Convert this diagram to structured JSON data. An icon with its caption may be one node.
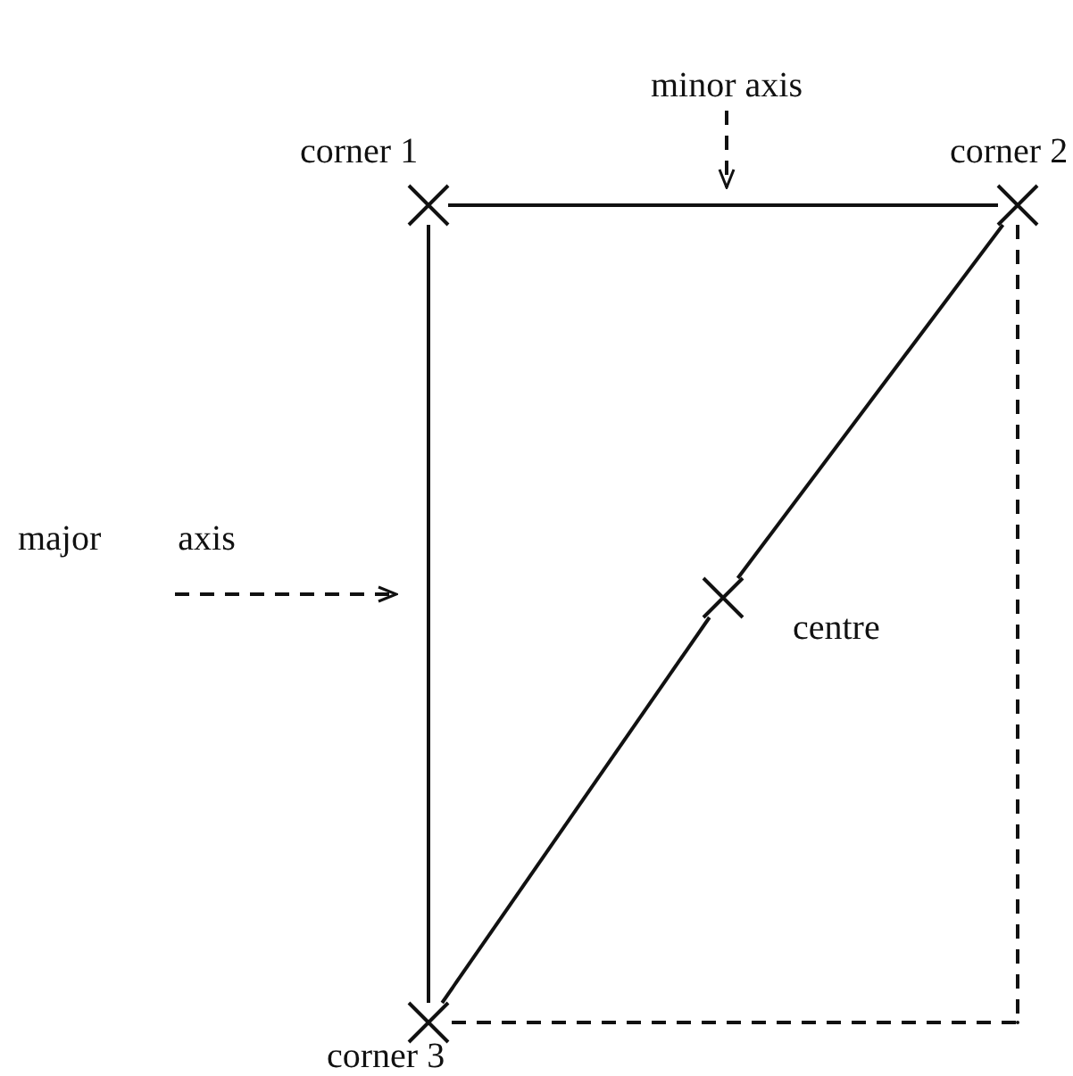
{
  "diagram": {
    "nodes": [
      {
        "text": [
          "minor axis"
        ]
      },
      {
        "text": [],
        "shape": "cross",
        "beside": [
          "corner 1"
        ]
      },
      {
        "text": [],
        "shape": "cross",
        "beside": [
          "corner 2"
        ]
      },
      {
        "text": [
          "major axis"
        ]
      },
      {
        "text": [],
        "shape": "cross",
        "beside": [
          "centre"
        ]
      },
      {
        "text": [],
        "shape": "point"
      },
      {
        "text": [],
        "shape": "cross",
        "beside": [
          "corner 3"
        ]
      }
    ],
    "edges": [
      {
        "from": 1,
        "to": 2,
        "arrow": "none"
      },
      {
        "from": 1,
        "to": 6,
        "arrow": "none"
      },
      {
        "from": 6,
        "to": 4,
        "arrow": "none"
      },
      {
        "from": 4,
        "to": 2,
        "arrow": "none"
      },
      {
        "from": 2,
        "to": 5,
        "arrow": "none",
        "style": "dashed"
      },
      {
        "from": 5,
        "to": 6,
        "arrow": "none",
        "style": "dashed"
      },
      {
        "from": 0,
        "to": null,
        "arrow": "to",
        "style": "dashed"
      },
      {
        "from": 3,
        "to": null,
        "arrow": "to",
        "style": "dashed"
      }
    ]
  }
}
